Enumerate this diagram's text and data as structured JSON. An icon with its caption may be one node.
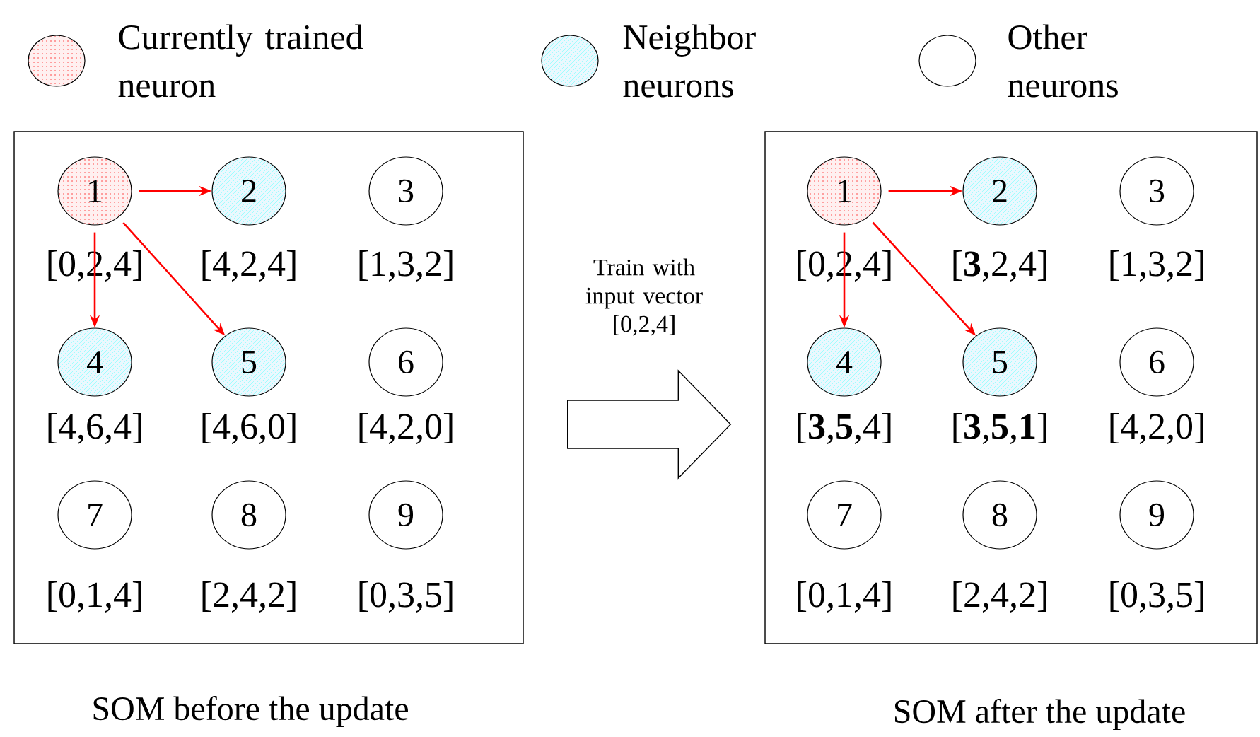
{
  "diagram": {
    "nodes": [
      {
        "text": [],
        "shape": "box",
        "beside": [
          "SOM before the update"
        ]
      },
      {
        "text": [
          "1"
        ],
        "in": 0,
        "beside": [
          "[0,2,4]"
        ]
      },
      {
        "text": [
          "2"
        ],
        "in": 0,
        "beside": [
          "[4,2,4]"
        ]
      },
      {
        "text": [
          "3"
        ],
        "in": 0,
        "beside": [
          "[1,3,2]"
        ]
      },
      {
        "text": [
          "4"
        ],
        "in": 0,
        "beside": [
          "[4,6,4]"
        ]
      },
      {
        "text": [
          "5"
        ],
        "in": 0,
        "beside": [
          "[4,6,0]"
        ]
      },
      {
        "text": [
          "6"
        ],
        "in": 0,
        "beside": [
          "[4,2,0]"
        ]
      },
      {
        "text": [
          "7"
        ],
        "in": 0,
        "beside": [
          "[0,1,4]"
        ]
      },
      {
        "text": [
          "8"
        ],
        "in": 0,
        "beside": [
          "[2,4,2]"
        ]
      },
      {
        "text": [
          "9"
        ],
        "in": 0,
        "beside": [
          "[0,3,5]"
        ]
      },
      {
        "text": [],
        "shape": "box",
        "beside": [
          "SOM after the update"
        ]
      },
      {
        "text": [
          "1"
        ],
        "in": 10,
        "beside": [
          "[0,2,4]"
        ]
      },
      {
        "text": [
          "2"
        ],
        "in": 10,
        "beside": [
          "[**3**,2,4]"
        ]
      },
      {
        "text": [
          "3"
        ],
        "in": 10,
        "beside": [
          "[1,3,2]"
        ]
      },
      {
        "text": [
          "4"
        ],
        "in": 10,
        "beside": [
          "[**3**,**5**,4]"
        ]
      },
      {
        "text": [
          "5"
        ],
        "in": 10,
        "beside": [
          "[**3**,**5**,**1**]"
        ]
      },
      {
        "text": [
          "6"
        ],
        "in": 10,
        "beside": [
          "[4,2,0]"
        ]
      },
      {
        "text": [
          "7"
        ],
        "in": 10,
        "beside": [
          "[0,1,4]"
        ]
      },
      {
        "text": [
          "8"
        ],
        "in": 10,
        "beside": [
          "[2,4,2]"
        ]
      },
      {
        "text": [
          "9"
        ],
        "in": 10,
        "beside": [
          "[0,3,5]"
        ]
      }
    ],
    "edges": [
      {
        "from": 1,
        "to": 2,
        "arrow": "to",
        "color": "#ff0000"
      },
      {
        "from": 1,
        "to": 4,
        "arrow": "to",
        "color": "#ff0000"
      },
      {
        "from": 1,
        "to": 5,
        "arrow": "to",
        "color": "#ff0000"
      },
      {
        "from": 0,
        "to": 10,
        "arrow": "to",
        "label": "Train with input vector [0,2,4]"
      },
      {
        "from": 11,
        "to": 12,
        "arrow": "to",
        "color": "#ff0000"
      },
      {
        "from": 11,
        "to": 14,
        "arrow": "to",
        "color": "#ff0000"
      },
      {
        "from": 11,
        "to": 15,
        "arrow": "to",
        "color": "#ff0000"
      }
    ],
    "legend": [
      {
        "text": "Currently trained neuron"
      },
      {
        "text": "Neighbor neurons"
      },
      {
        "text": "Other neurons"
      }
    ]
  }
}
